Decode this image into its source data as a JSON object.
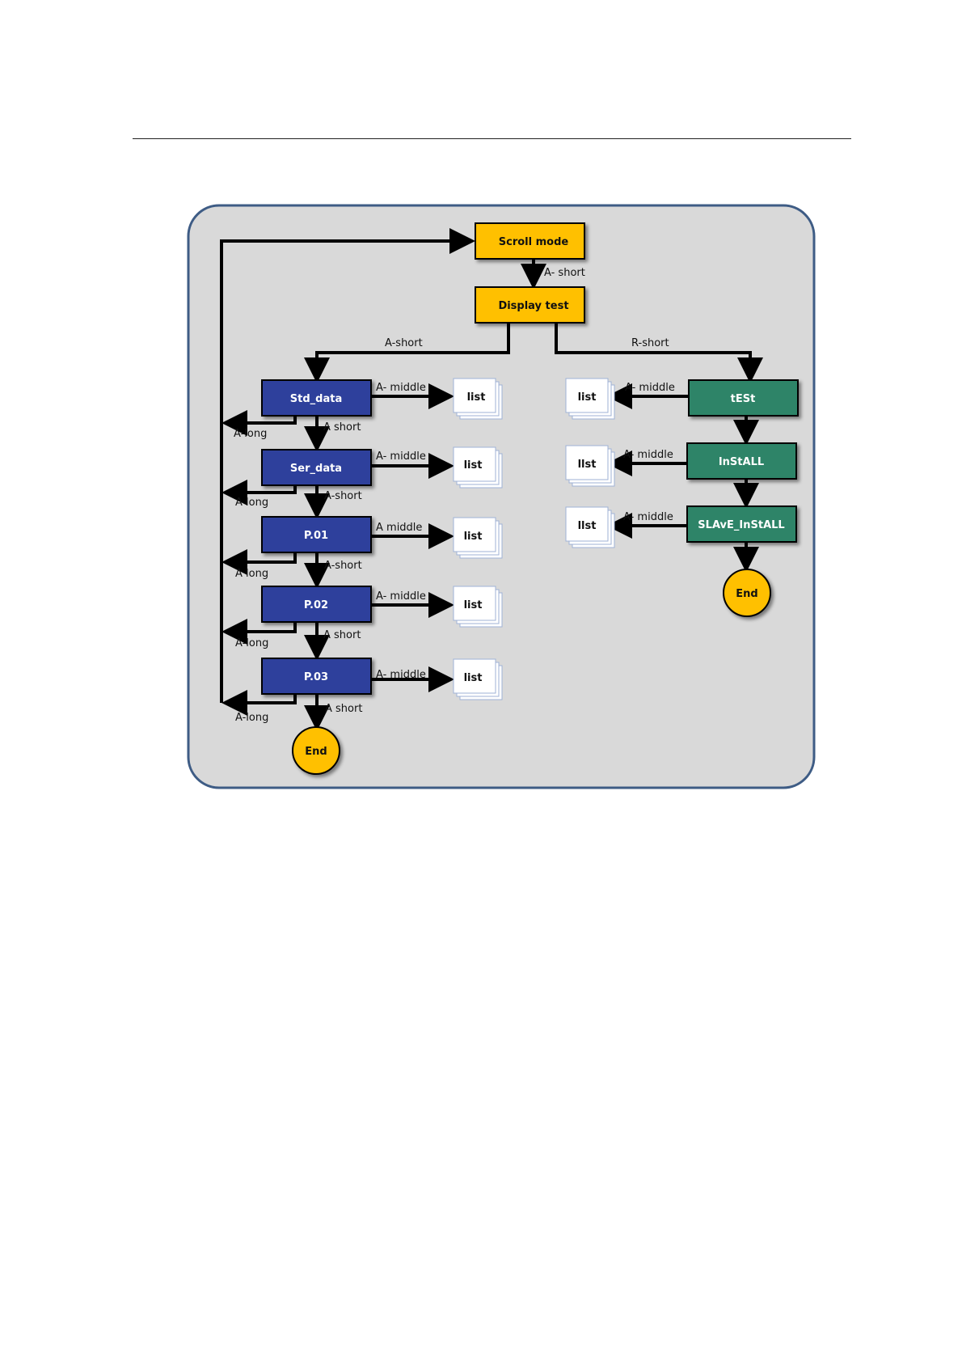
{
  "nodes": {
    "scroll_mode": "Scroll mode",
    "display_test": "Display test",
    "std_data": "Std_data",
    "ser_data": "Ser_data",
    "p01": "P.01",
    "p02": "P.02",
    "p03": "P.03",
    "test": "tESt",
    "install": "InStALL",
    "slave_install": "SLAvE_InStALL",
    "end_left": "End",
    "end_right": "End"
  },
  "labels": {
    "scroll_to_display": "A- short",
    "display_left": "A-short",
    "display_right": "R-short",
    "std_middle": "A- middle",
    "std_long": "A-long",
    "std_short": "A short",
    "ser_middle": "A- middle",
    "ser_long": "A long",
    "ser_short": "A-short",
    "p01_middle": "A  middle",
    "p01_long": "A long",
    "p01_short": "A-short",
    "p02_middle": "A- middle",
    "p02_long": "A-long",
    "p02_short": "A short",
    "p03_middle": "A- middle",
    "p03_long": "A-long",
    "p03_short": "A short",
    "test_middle": "A- middle",
    "install_middle": "A- middle",
    "slave_middle": "A- middle"
  },
  "lists": {
    "l1": "list",
    "l2": "list",
    "l3": "list",
    "l4": "list",
    "l5": "list",
    "r1": "list",
    "r2": "llst",
    "r3": "llst"
  },
  "colors": {
    "yellow": "#FFC000",
    "blue": "#2E3F9C",
    "green": "#2E8468",
    "panel": "#D9D9D9",
    "panel_border": "#3E5C85"
  }
}
